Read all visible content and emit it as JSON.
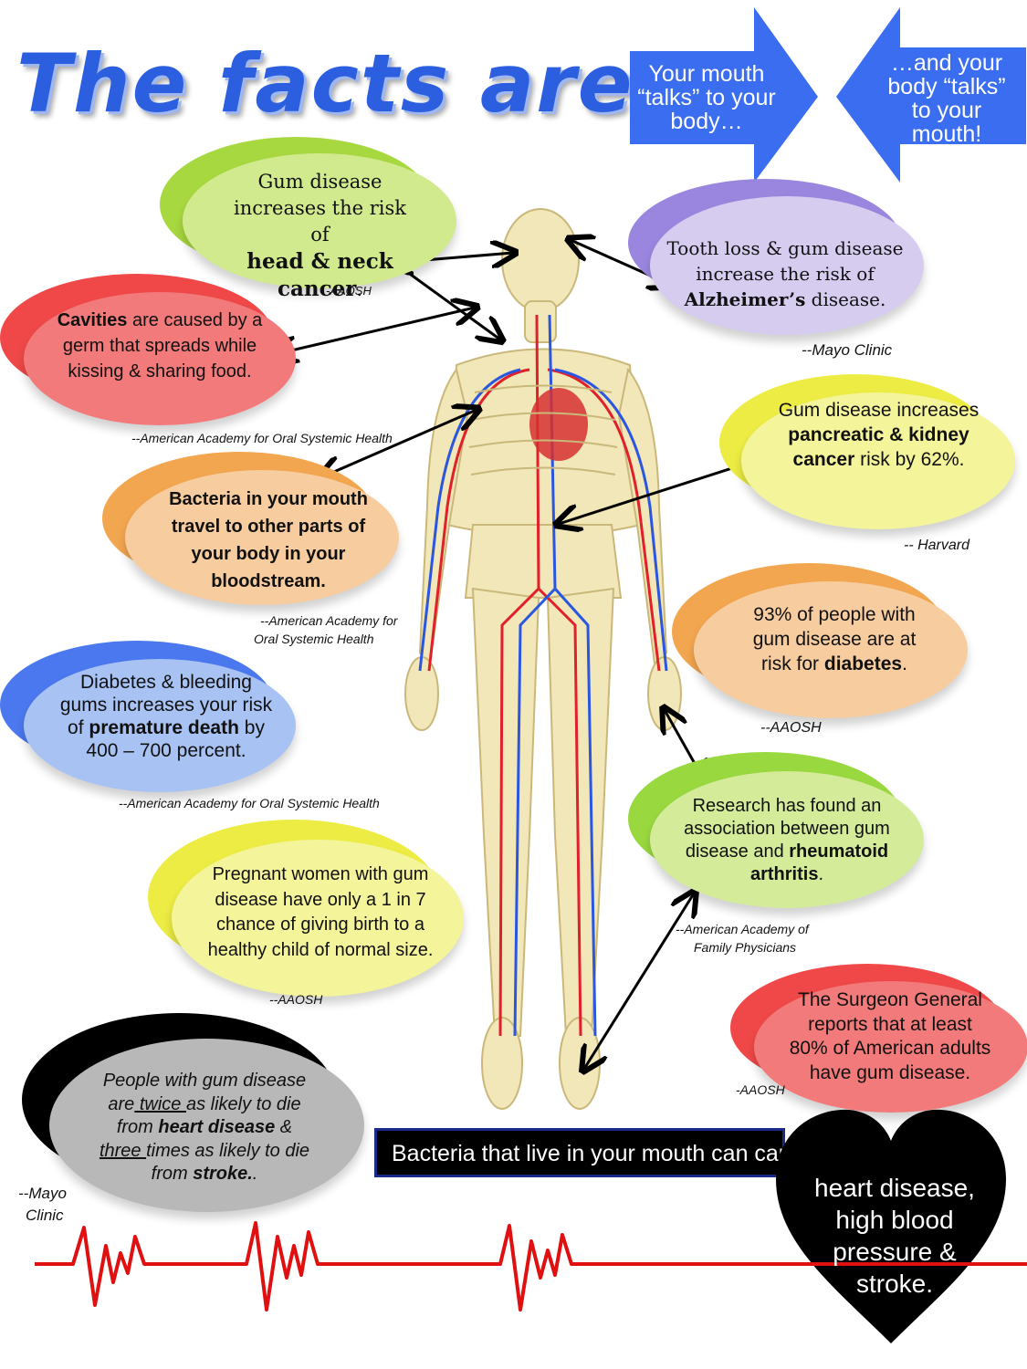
{
  "title": "The facts are…",
  "arrows": {
    "mouth_to_body": "Your mouth “talks” to your body…",
    "body_to_mouth": "…and your body “talks” to your mouth!"
  },
  "colors": {
    "title_blue": "#2b5fe0",
    "arrow_blue": "#3a6df0",
    "ecg_red": "#e01010"
  },
  "facts": {
    "head_neck": {
      "pre": "Gum disease increases the risk of",
      "bold": "head & neck cancer",
      "post": ".",
      "source": "-AAOSH"
    },
    "alzheimers": {
      "pre": "Tooth loss & gum disease increase the risk of",
      "bold": "Alzheimer’s",
      "post": " disease.",
      "source": "--Mayo Clinic"
    },
    "cavities": {
      "bold": "Cavities",
      "post": " are caused by a germ that spreads while kissing & sharing food.",
      "source": "--American Academy for Oral Systemic Health"
    },
    "pancreatic": {
      "pre": "Gum disease increases",
      "bold": "pancreatic & kidney cancer",
      "post": " risk by 62%.",
      "source": "-- Harvard"
    },
    "bacteria": {
      "text": "Bacteria in your mouth travel to other parts of your body in your bloodstream.",
      "source_l1": "--American Academy for",
      "source_l2": "Oral Systemic Health"
    },
    "diabetes93": {
      "pre": "93% of people with gum disease are at risk for ",
      "bold": "diabetes",
      "post": ".",
      "source": "--AAOSH"
    },
    "premature": {
      "pre": "Diabetes & bleeding gums increases your risk of ",
      "bold": "premature death",
      "post": " by 400 – 700 percent.",
      "source": "--American Academy for Oral Systemic Health"
    },
    "arthritis": {
      "pre": "Research has found an association between gum disease and ",
      "bold": "rheumatoid arthritis",
      "post": ".",
      "source_l1": "--American Academy of",
      "source_l2": "Family Physicians"
    },
    "pregnant": {
      "text": "Pregnant women with gum disease have only a 1 in 7 chance of giving birth to a healthy child of normal size.",
      "source": "--AAOSH"
    },
    "surgeon": {
      "text": "The Surgeon General reports that at least 80% of American adults have gum disease.",
      "source": "-AAOSH"
    },
    "heart": {
      "l1_pre": "People with gum disease",
      "l2_a": "are",
      "l2_u": " twice ",
      "l2_b": "as likely to die",
      "l3_a": "from ",
      "l3_bold": "heart disease",
      "l3_b": " &",
      "l4_u": "three ",
      "l4_b": "times as likely to die",
      "l5_a": "from ",
      "l5_bold": "stroke.",
      "l5_b": ".",
      "source_l1": "--Mayo",
      "source_l2": "Clinic"
    }
  },
  "banner": "Bacteria that live in your mouth can cause",
  "heart_text": {
    "l1": "heart disease,",
    "l2": "high blood",
    "l3": "pressure &",
    "l4": "stroke."
  }
}
